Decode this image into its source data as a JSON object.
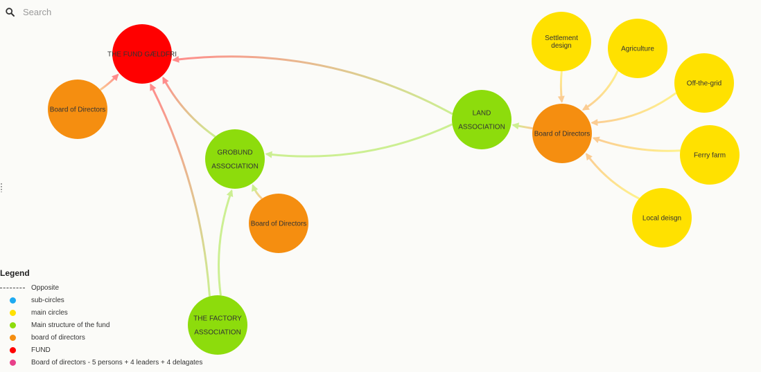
{
  "search": {
    "placeholder": "Search"
  },
  "legend": {
    "title": "Legend",
    "items": [
      {
        "type": "dash",
        "label": "Opposite",
        "color": "#444444"
      },
      {
        "type": "dot",
        "label": "sub-circles",
        "color": "#1eaaf1"
      },
      {
        "type": "dot",
        "label": "main circles",
        "color": "#ffe100"
      },
      {
        "type": "dot",
        "label": "Main structure of the fund",
        "color": "#8ddc0c"
      },
      {
        "type": "dot",
        "label": "board of directors",
        "color": "#f58e10"
      },
      {
        "type": "dot",
        "label": "FUND",
        "color": "#ff0000"
      },
      {
        "type": "dot",
        "label": "Board of directors - 5 persons + 4 leaders + 4 delagates",
        "color": "#e8408a"
      }
    ]
  },
  "nodes": {
    "fund": {
      "lines": [
        "THE FUND GÆLDFRI"
      ],
      "color": "#ff0000"
    },
    "board_fund": {
      "lines": [
        "Board of Directors"
      ],
      "color": "#f58e10"
    },
    "grobund": {
      "lines": [
        "GROBUND",
        "ASSOCIATION"
      ],
      "color": "#8ddc0c"
    },
    "board_grobund": {
      "lines": [
        "Board of Directors"
      ],
      "color": "#f58e10"
    },
    "land": {
      "lines": [
        "LAND",
        "ASSOCIATION"
      ],
      "color": "#8ddc0c"
    },
    "board_land": {
      "lines": [
        "Board of Directors"
      ],
      "color": "#f58e10"
    },
    "factory": {
      "lines": [
        "THE FACTORY",
        "ASSOCIATION"
      ],
      "color": "#8ddc0c"
    },
    "settlement": {
      "lines": [
        "Settlement",
        "design"
      ],
      "color": "#ffe100"
    },
    "agriculture": {
      "lines": [
        "Agriculture"
      ],
      "color": "#ffe100"
    },
    "offgrid": {
      "lines": [
        "Off-the-grid"
      ],
      "color": "#ffe100"
    },
    "ferry": {
      "lines": [
        "Ferry farm"
      ],
      "color": "#ffe100"
    },
    "local": {
      "lines": [
        "Local deisgn"
      ],
      "color": "#ffe100"
    }
  },
  "edges": [
    {
      "from": "board_fund",
      "to": "fund"
    },
    {
      "from": "grobund",
      "to": "fund"
    },
    {
      "from": "land",
      "to": "fund"
    },
    {
      "from": "factory",
      "to": "fund"
    },
    {
      "from": "land",
      "to": "grobund"
    },
    {
      "from": "board_grobund",
      "to": "grobund"
    },
    {
      "from": "factory",
      "to": "grobund"
    },
    {
      "from": "board_land",
      "to": "land"
    },
    {
      "from": "settlement",
      "to": "board_land"
    },
    {
      "from": "agriculture",
      "to": "board_land"
    },
    {
      "from": "offgrid",
      "to": "board_land"
    },
    {
      "from": "ferry",
      "to": "board_land"
    },
    {
      "from": "local",
      "to": "board_land"
    }
  ]
}
